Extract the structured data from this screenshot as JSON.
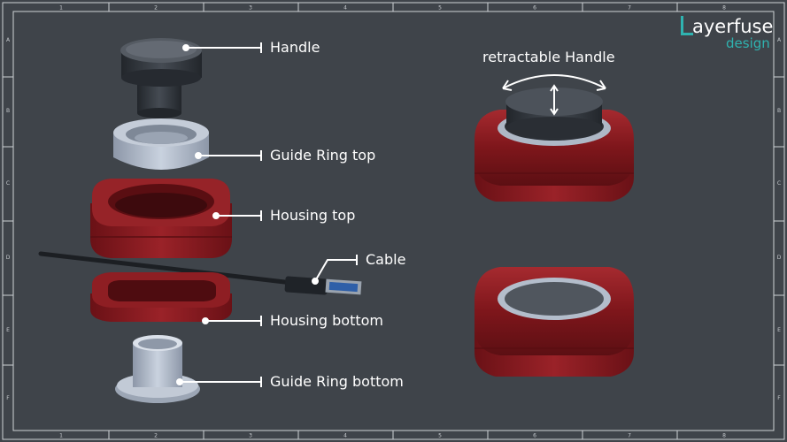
{
  "logo": {
    "main": "ayerfuse",
    "sub": "design"
  },
  "labels": {
    "handle": "Handle",
    "guide_ring_top": "Guide Ring top",
    "housing_top": "Housing top",
    "cable": "Cable",
    "housing_bottom": "Housing bottom",
    "guide_ring_bottom": "Guide Ring bottom",
    "retractable_handle": "retractable Handle"
  },
  "frame": {
    "columns": [
      "1",
      "2",
      "3",
      "4",
      "5",
      "6",
      "7",
      "8"
    ],
    "rows": [
      "A",
      "B",
      "C",
      "D",
      "E",
      "F"
    ]
  },
  "colors": {
    "background": "#3f444a",
    "housing_red": "#8b1a1f",
    "guide_ring": "#aab4c4",
    "handle_dark": "#2e3238",
    "accent_teal": "#2fb3b0"
  }
}
